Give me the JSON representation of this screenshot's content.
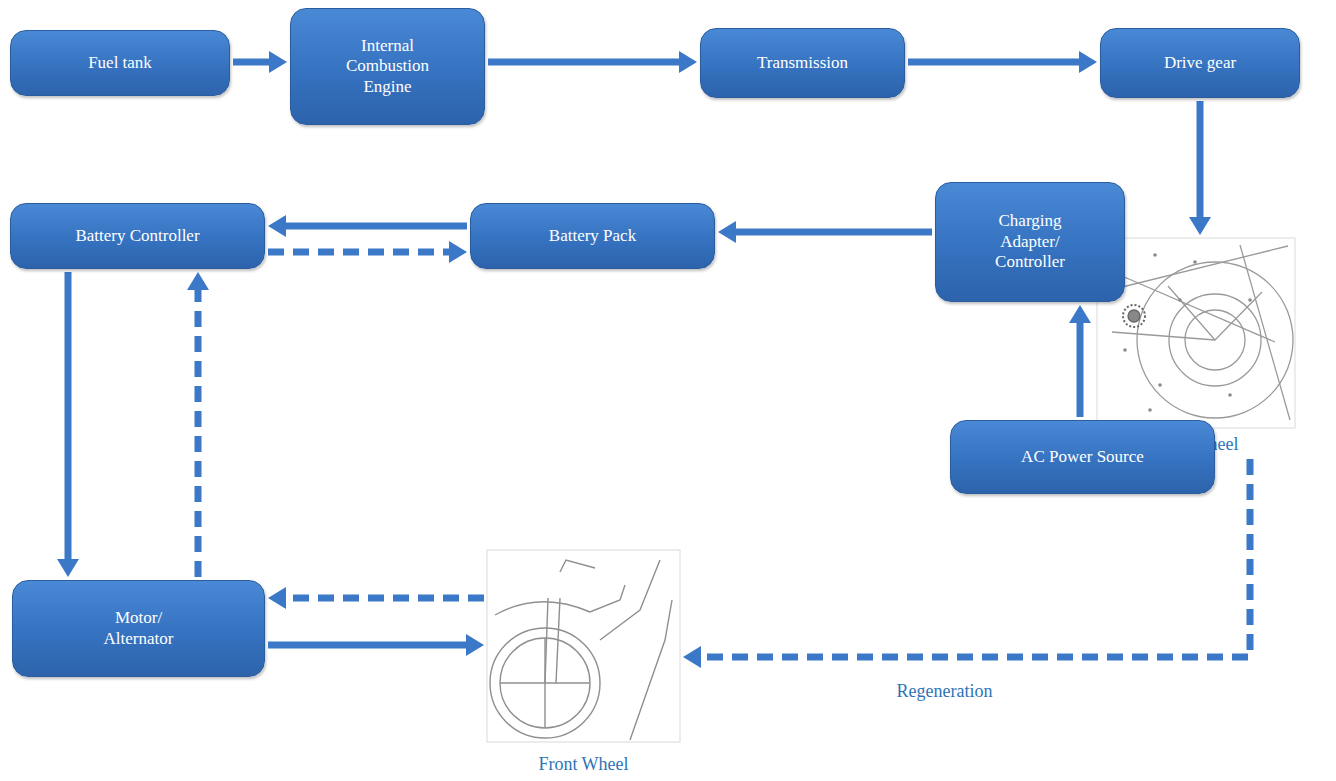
{
  "diagram": {
    "nodes": [
      {
        "text": [
          "Fuel tank"
        ]
      },
      {
        "text": [
          "Internal Combustion Engine"
        ]
      },
      {
        "text": [
          "Transmission"
        ]
      },
      {
        "text": [
          "Drive gear"
        ]
      },
      {
        "text": [
          "Battery Controller"
        ]
      },
      {
        "text": [
          "Battery Pack"
        ]
      },
      {
        "text": [
          "Charging Adapter/ Controller"
        ]
      },
      {
        "text": [
          "Rear Wheel"
        ]
      },
      {
        "text": [
          "AC Power Source"
        ]
      },
      {
        "text": [
          "Motor/ Alternator"
        ]
      },
      {
        "text": [
          "Front Wheel"
        ]
      }
    ],
    "edges": [
      {
        "from": 0,
        "to": 1,
        "arrow": "to"
      },
      {
        "from": 1,
        "to": 2,
        "arrow": "to"
      },
      {
        "from": 2,
        "to": 3,
        "arrow": "to"
      },
      {
        "from": 3,
        "to": 7,
        "arrow": "to"
      },
      {
        "from": 5,
        "to": 4,
        "arrow": "to"
      },
      {
        "from": 4,
        "to": 5,
        "arrow": "to"
      },
      {
        "from": 6,
        "to": 5,
        "arrow": "to"
      },
      {
        "from": 8,
        "to": 6,
        "arrow": "to"
      },
      {
        "from": 4,
        "to": 9,
        "arrow": "to"
      },
      {
        "from": 9,
        "to": 4,
        "arrow": "to"
      },
      {
        "from": 9,
        "to": 10,
        "arrow": "to"
      },
      {
        "from": 10,
        "to": 9,
        "arrow": "to"
      },
      {
        "from": 7,
        "to": 10,
        "label": "Regeneration",
        "arrow": "to"
      }
    ]
  }
}
